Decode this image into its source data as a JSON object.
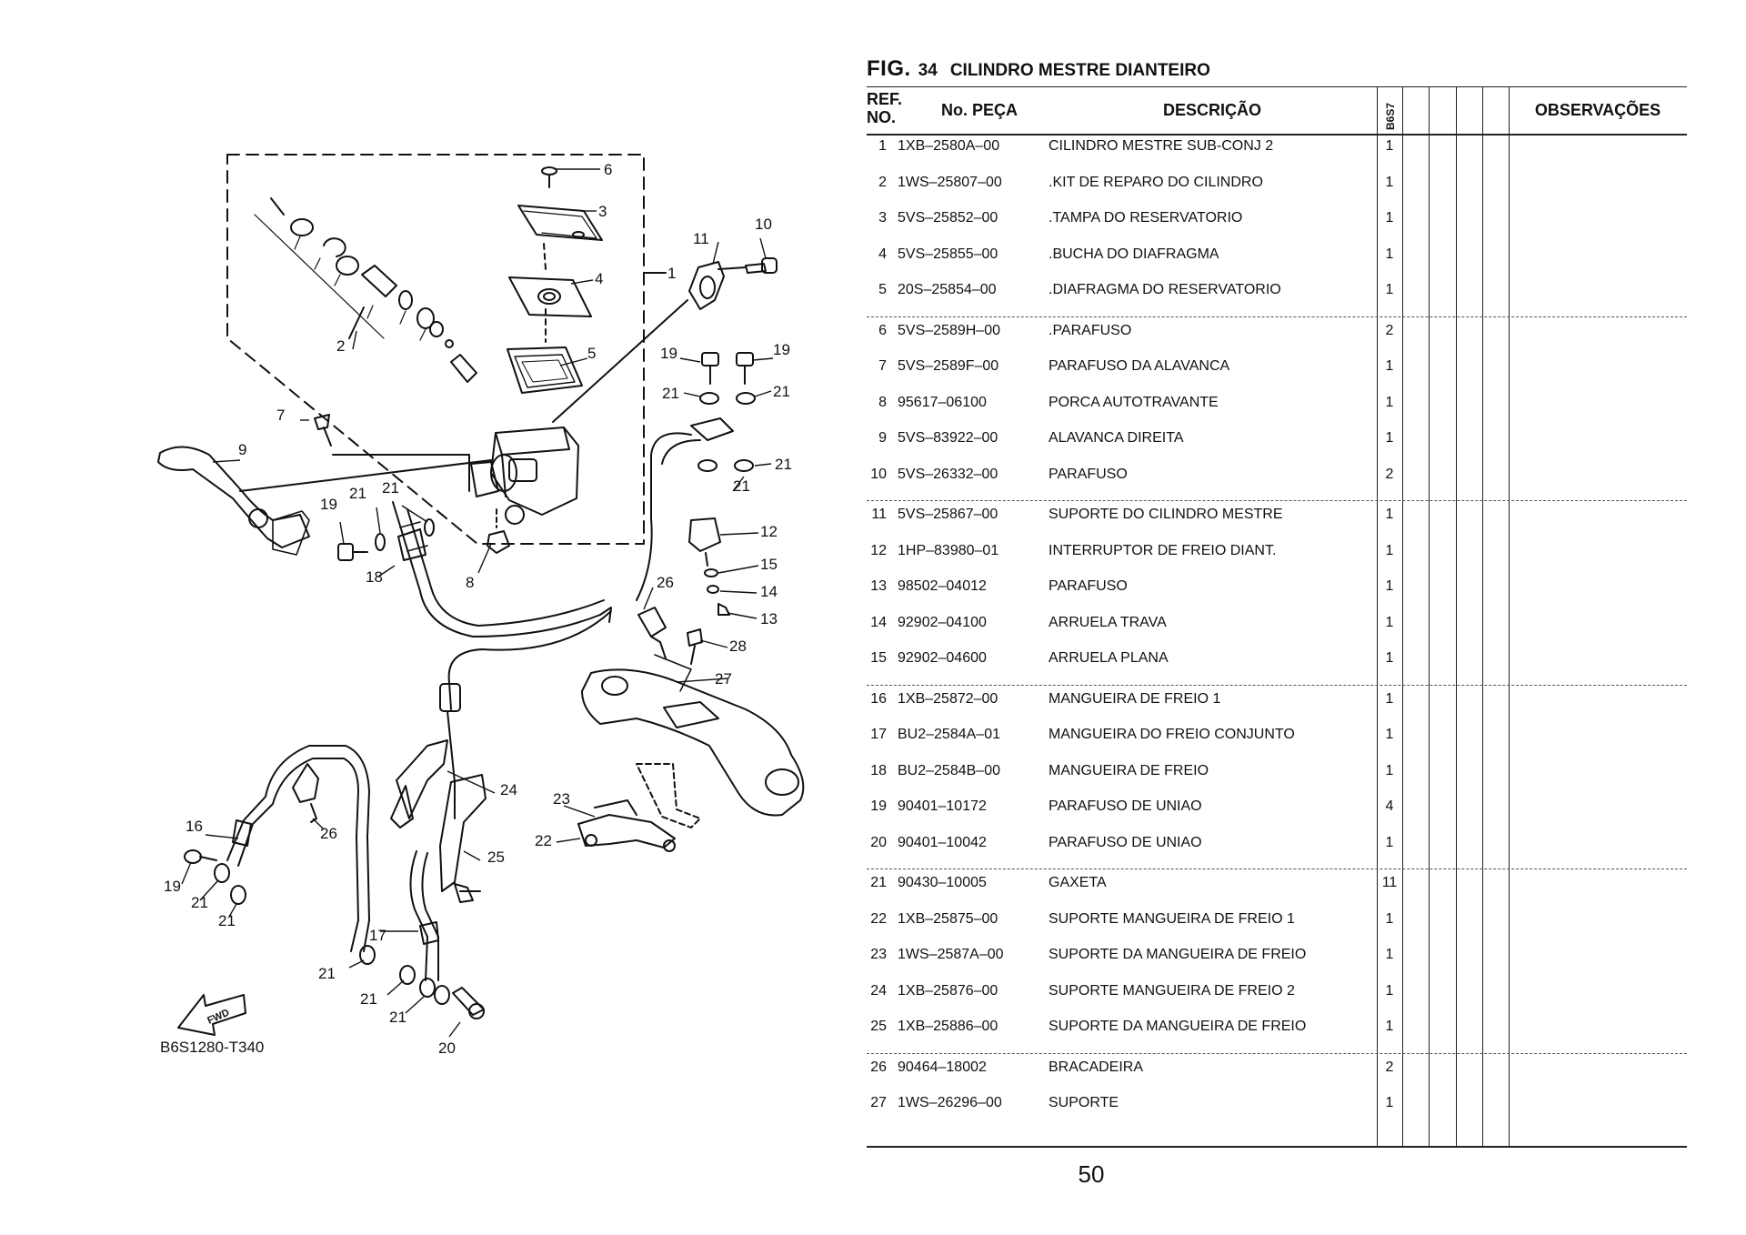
{
  "figure": {
    "prefix": "FIG.",
    "number": "34",
    "title": "CILINDRO MESTRE DIANTEIRO"
  },
  "diagram": {
    "code": "B6S1280-T340",
    "fwd_label": "FWD",
    "callouts": [
      "1",
      "2",
      "3",
      "4",
      "5",
      "6",
      "7",
      "8",
      "9",
      "10",
      "11",
      "12",
      "13",
      "14",
      "15",
      "16",
      "17",
      "18",
      "19",
      "20",
      "21",
      "22",
      "23",
      "24",
      "25",
      "26",
      "27",
      "28"
    ]
  },
  "table": {
    "headers": {
      "ref_line1": "REF.",
      "ref_line2": "NO.",
      "part_no": "No. PEÇA",
      "description": "DESCRIÇÃO",
      "model": "B6S7",
      "remarks": "OBSERVAÇÕES"
    },
    "rows": [
      {
        "ref": "1",
        "part": "1XB–2580A–00",
        "desc": "CILINDRO MESTRE SUB-CONJ 2",
        "qty": "1"
      },
      {
        "ref": "2",
        "part": "1WS–25807–00",
        "desc": ".KIT DE REPARO DO CILINDRO",
        "qty": "1"
      },
      {
        "ref": "3",
        "part": "5VS–25852–00",
        "desc": ".TAMPA DO RESERVATORIO",
        "qty": "1"
      },
      {
        "ref": "4",
        "part": "5VS–25855–00",
        "desc": ".BUCHA DO DIAFRAGMA",
        "qty": "1"
      },
      {
        "ref": "5",
        "part": "20S–25854–00",
        "desc": ".DIAFRAGMA DO RESERVATORIO",
        "qty": "1"
      },
      {
        "ref": "6",
        "part": "5VS–2589H–00",
        "desc": ".PARAFUSO",
        "qty": "2"
      },
      {
        "ref": "7",
        "part": "5VS–2589F–00",
        "desc": "PARAFUSO DA ALAVANCA",
        "qty": "1"
      },
      {
        "ref": "8",
        "part": "95617–06100",
        "desc": "PORCA AUTOTRAVANTE",
        "qty": "1"
      },
      {
        "ref": "9",
        "part": "5VS–83922–00",
        "desc": "ALAVANCA DIREITA",
        "qty": "1"
      },
      {
        "ref": "10",
        "part": "5VS–26332–00",
        "desc": "PARAFUSO",
        "qty": "2"
      },
      {
        "ref": "11",
        "part": "5VS–25867–00",
        "desc": "SUPORTE DO CILINDRO MESTRE",
        "qty": "1"
      },
      {
        "ref": "12",
        "part": "1HP–83980–01",
        "desc": "INTERRUPTOR DE FREIO DIANT.",
        "qty": "1"
      },
      {
        "ref": "13",
        "part": "98502–04012",
        "desc": "PARAFUSO",
        "qty": "1"
      },
      {
        "ref": "14",
        "part": "92902–04100",
        "desc": "ARRUELA TRAVA",
        "qty": "1"
      },
      {
        "ref": "15",
        "part": "92902–04600",
        "desc": "ARRUELA PLANA",
        "qty": "1"
      },
      {
        "ref": "16",
        "part": "1XB–25872–00",
        "desc": "MANGUEIRA DE FREIO 1",
        "qty": "1"
      },
      {
        "ref": "17",
        "part": "BU2–2584A–01",
        "desc": "MANGUEIRA DO FREIO CONJUNTO",
        "qty": "1"
      },
      {
        "ref": "18",
        "part": "BU2–2584B–00",
        "desc": "MANGUEIRA DE FREIO",
        "qty": "1"
      },
      {
        "ref": "19",
        "part": "90401–10172",
        "desc": "PARAFUSO DE UNIAO",
        "qty": "4"
      },
      {
        "ref": "20",
        "part": "90401–10042",
        "desc": "PARAFUSO DE UNIAO",
        "qty": "1"
      },
      {
        "ref": "21",
        "part": "90430–10005",
        "desc": "GAXETA",
        "qty": "11"
      },
      {
        "ref": "22",
        "part": "1XB–25875–00",
        "desc": "SUPORTE MANGUEIRA DE FREIO 1",
        "qty": "1"
      },
      {
        "ref": "23",
        "part": "1WS–2587A–00",
        "desc": "SUPORTE DA MANGUEIRA DE FREIO",
        "qty": "1"
      },
      {
        "ref": "24",
        "part": "1XB–25876–00",
        "desc": "SUPORTE MANGUEIRA DE FREIO 2",
        "qty": "1"
      },
      {
        "ref": "25",
        "part": "1XB–25886–00",
        "desc": "SUPORTE DA MANGUEIRA DE FREIO",
        "qty": "1"
      },
      {
        "ref": "26",
        "part": "90464–18002",
        "desc": "BRACADEIRA",
        "qty": "2"
      },
      {
        "ref": "27",
        "part": "1WS–26296–00",
        "desc": "SUPORTE",
        "qty": "1"
      }
    ]
  },
  "page": {
    "number": "50"
  }
}
